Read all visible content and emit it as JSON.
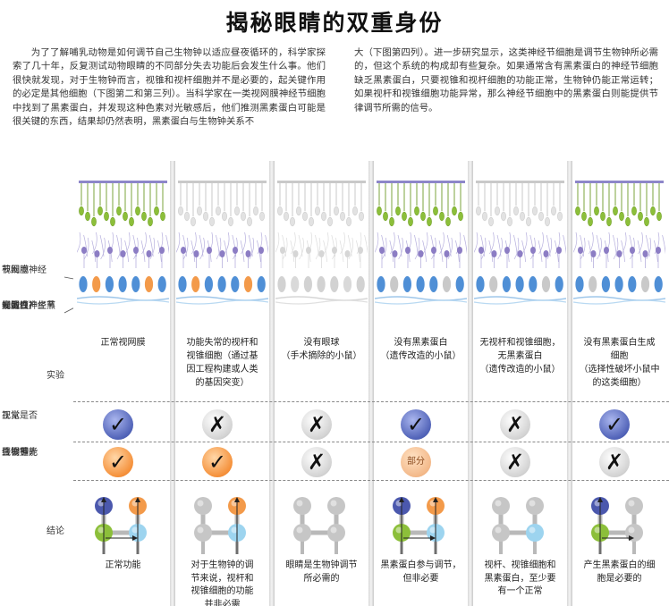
{
  "title": "揭秘眼睛的双重身份",
  "intro_left": "为了了解哺乳动物是如何调节自己生物钟以适应昼夜循环的，科学家探索了几十年，反复测试动物眼睛的不同部分失去功能后会发生什么事。他们很快就发现，对于生物钟而言，视锥和视杆细胞并不是必要的，起关键作用的必定是其他细胞（下图第二和第三列）。当科学家在一类视网膜神经节细胞中找到了黑素蛋白，并发现这种色素对光敏感后，他们推测黑素蛋白可能是很关键的东西，结果却仍然表明，黑素蛋白与生物钟关系不",
  "intro_right": "大（下图第四列）。进一步研究显示，这类神经节细胞是调节生物钟所必需的，但这个系统的构成却有些复杂。如果通常含有黑素蛋白的神经节细胞缺乏黑素蛋白，只要视锥和视杆细胞的功能正常，生物钟仍能正常运转；如果视杆和视锥细胞功能异常，那么神经节细胞中的黑素蛋白则能提供节律调节所需的信号。",
  "row_labels": {
    "ganglion": [
      "视网膜神经",
      "节细胞"
    ],
    "photosensitive": [
      "光敏性",
      "视网膜神经节",
      "细胞（产生黑",
      "素蛋白）"
    ],
    "experiment": "实验",
    "vision": [
      "视觉是否",
      "正常"
    ],
    "clock": [
      "生物钟能",
      "否根据光",
      "线调节"
    ],
    "conclusion": "结论"
  },
  "symbols": {
    "check": "✓",
    "cross": "✗",
    "partial": "部分"
  },
  "colors": {
    "green": "#8cbf3a",
    "purple": "#8c7dc4",
    "blue": "#4f8fd6",
    "orange": "#f39a4a",
    "lightblue": "#9dd4ef",
    "navy": "#4b58ad",
    "gray": "#c6c6c6"
  },
  "columns": [
    {
      "experiment": [
        "正常视网膜"
      ],
      "vision": "check",
      "clock": "check",
      "retina": {
        "rods": true,
        "mel": true,
        "ganglion": true
      },
      "conclusion": [
        "正常功能"
      ],
      "nodes": [
        "navy",
        "orange",
        "green",
        "lightblue"
      ],
      "arrows": true
    },
    {
      "experiment": [
        "功能失常的视杆和",
        "视锥细胞（通过基",
        "因工程构建或人类",
        "的基因突变）"
      ],
      "vision": "cross",
      "clock": "check",
      "retina": {
        "rods": false,
        "mel": true,
        "ganglion": true
      },
      "conclusion": [
        "对于生物钟的调",
        "节来说，视杆和",
        "视锥细胞的功能",
        "并非必需"
      ],
      "nodes": [
        "gray",
        "orange",
        "gray",
        "lightblue"
      ],
      "arrows": false
    },
    {
      "experiment": [
        "没有眼球",
        "（手术摘除的小鼠）"
      ],
      "vision": "cross",
      "clock": "cross",
      "retina": {
        "rods": false,
        "mel": false,
        "ganglion": false
      },
      "conclusion": [
        "眼睛是生物钟调节",
        "所必需的"
      ],
      "nodes": [
        "gray",
        "gray",
        "gray",
        "gray"
      ],
      "arrows": false
    },
    {
      "experiment": [
        "没有黑素蛋白",
        "（遗传改造的小鼠）"
      ],
      "vision": "check",
      "clock": "partial",
      "retina": {
        "rods": true,
        "mel": false,
        "ganglion": true
      },
      "conclusion": [
        "黑素蛋白参与调节，",
        "但非必要"
      ],
      "nodes": [
        "navy",
        "orange",
        "green",
        "lightblue"
      ],
      "arrows": true
    },
    {
      "experiment": [
        "无视杆和视锥细胞，",
        "无黑素蛋白",
        "（遗传改造的小鼠）"
      ],
      "vision": "cross",
      "clock": "cross",
      "retina": {
        "rods": false,
        "mel": false,
        "ganglion": true
      },
      "conclusion": [
        "视杆、视锥细胞和",
        "黑素蛋白，至少要",
        "有一个正常"
      ],
      "nodes": [
        "gray",
        "gray",
        "gray",
        "lightblue"
      ],
      "arrows": false
    },
    {
      "experiment": [
        "没有黑素蛋白生成",
        "细胞",
        "（选择性破坏小鼠中",
        "的这类细胞）"
      ],
      "vision": "check",
      "clock": "cross",
      "retina": {
        "rods": true,
        "mel": false,
        "ganglion": true
      },
      "conclusion": [
        "产生黑素蛋白的细",
        "胞是必要的"
      ],
      "nodes": [
        "navy",
        "gray",
        "green",
        "gray"
      ],
      "arrows": true
    }
  ]
}
